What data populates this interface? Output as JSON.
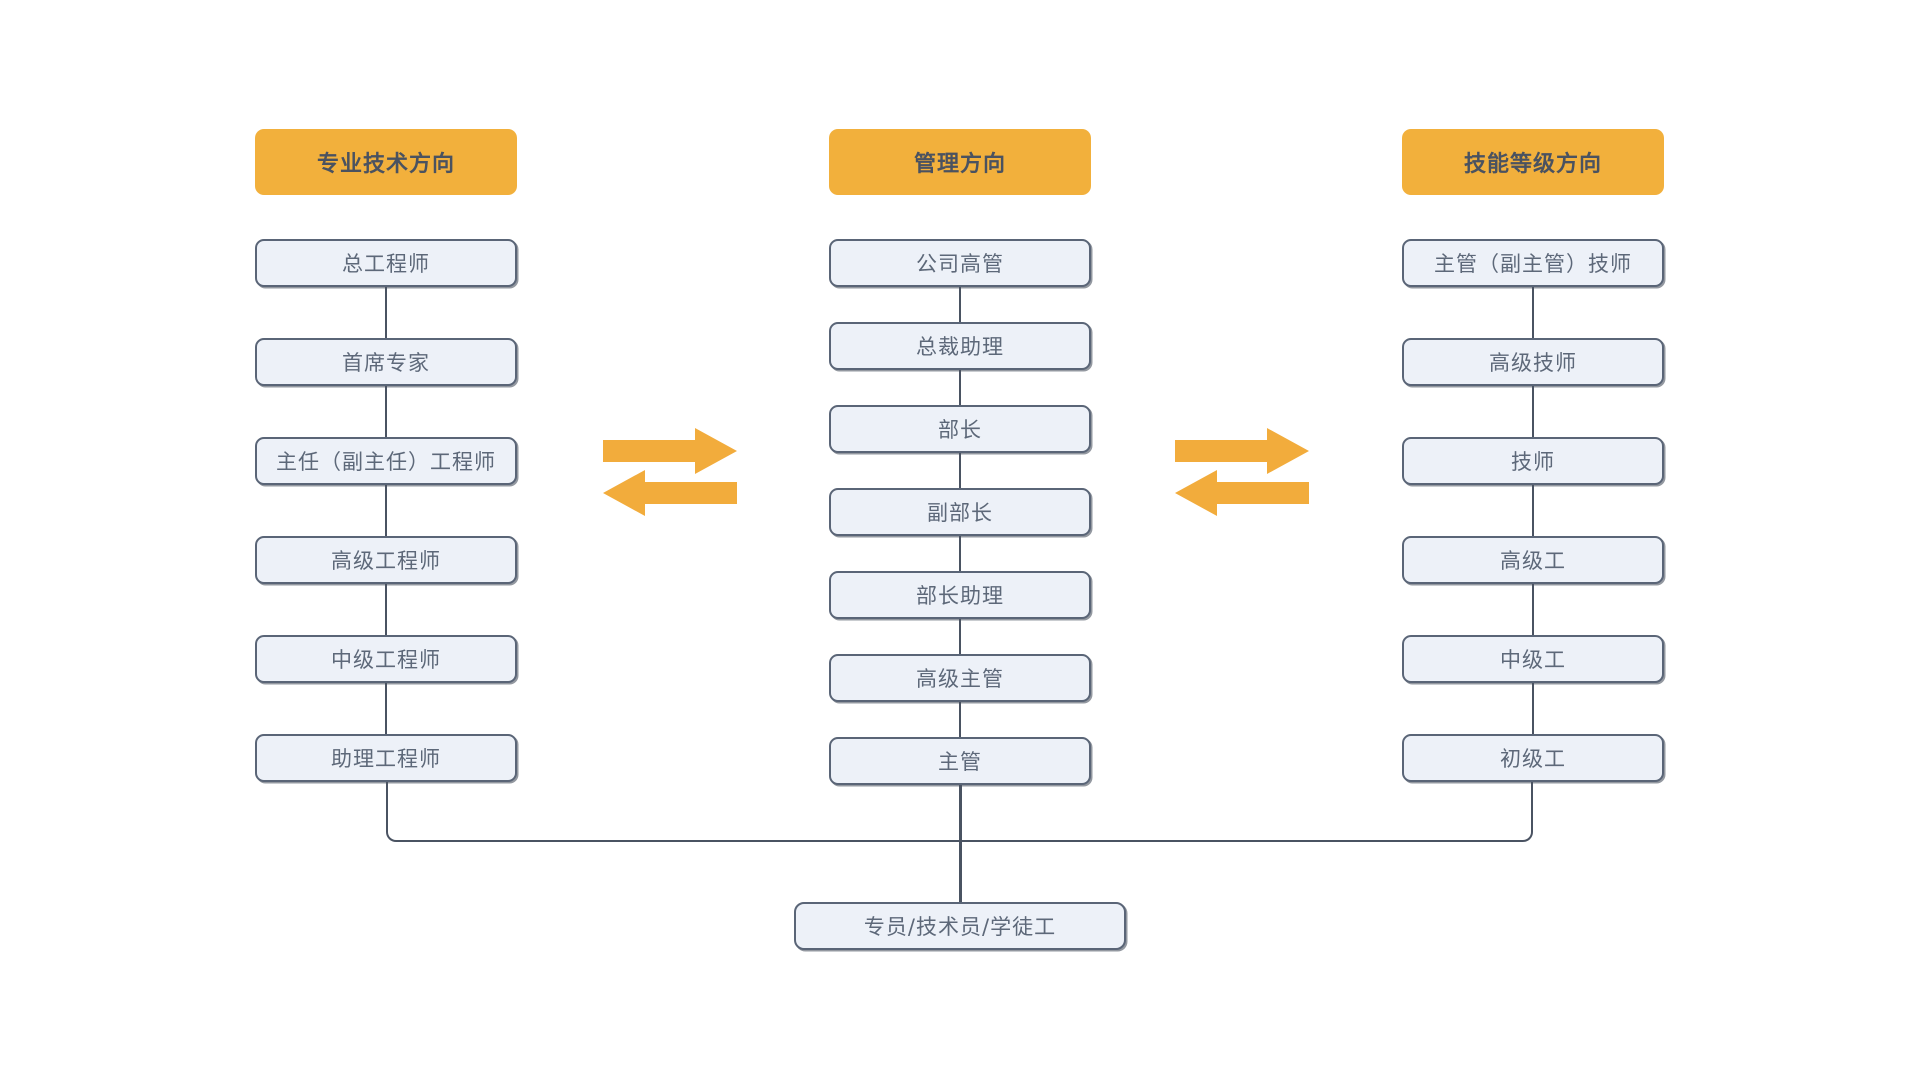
{
  "diagram_title": "career-path-diagram",
  "colors": {
    "accent_orange": "#F2B03C",
    "line_dark": "#4A5362",
    "node_fill": "#EDF1F8",
    "node_border": "#5A6577",
    "header_text": "#4A5260",
    "node_text": "#5D6879"
  },
  "columns": [
    {
      "header": "专业技术方向",
      "items": [
        "总工程师",
        "首席专家",
        "主任（副主任）工程师",
        "高级工程师",
        "中级工程师",
        "助理工程师"
      ]
    },
    {
      "header": "管理方向",
      "items": [
        "公司高管",
        "总裁助理",
        "部长",
        "副部长",
        "部长助理",
        "高级主管",
        "主管"
      ]
    },
    {
      "header": "技能等级方向",
      "items": [
        "主管（副主管）技师",
        "高级技师",
        "技师",
        "高级工",
        "中级工",
        "初级工"
      ]
    }
  ],
  "bottom_box": {
    "label": "专员/技术员/学徒工"
  }
}
